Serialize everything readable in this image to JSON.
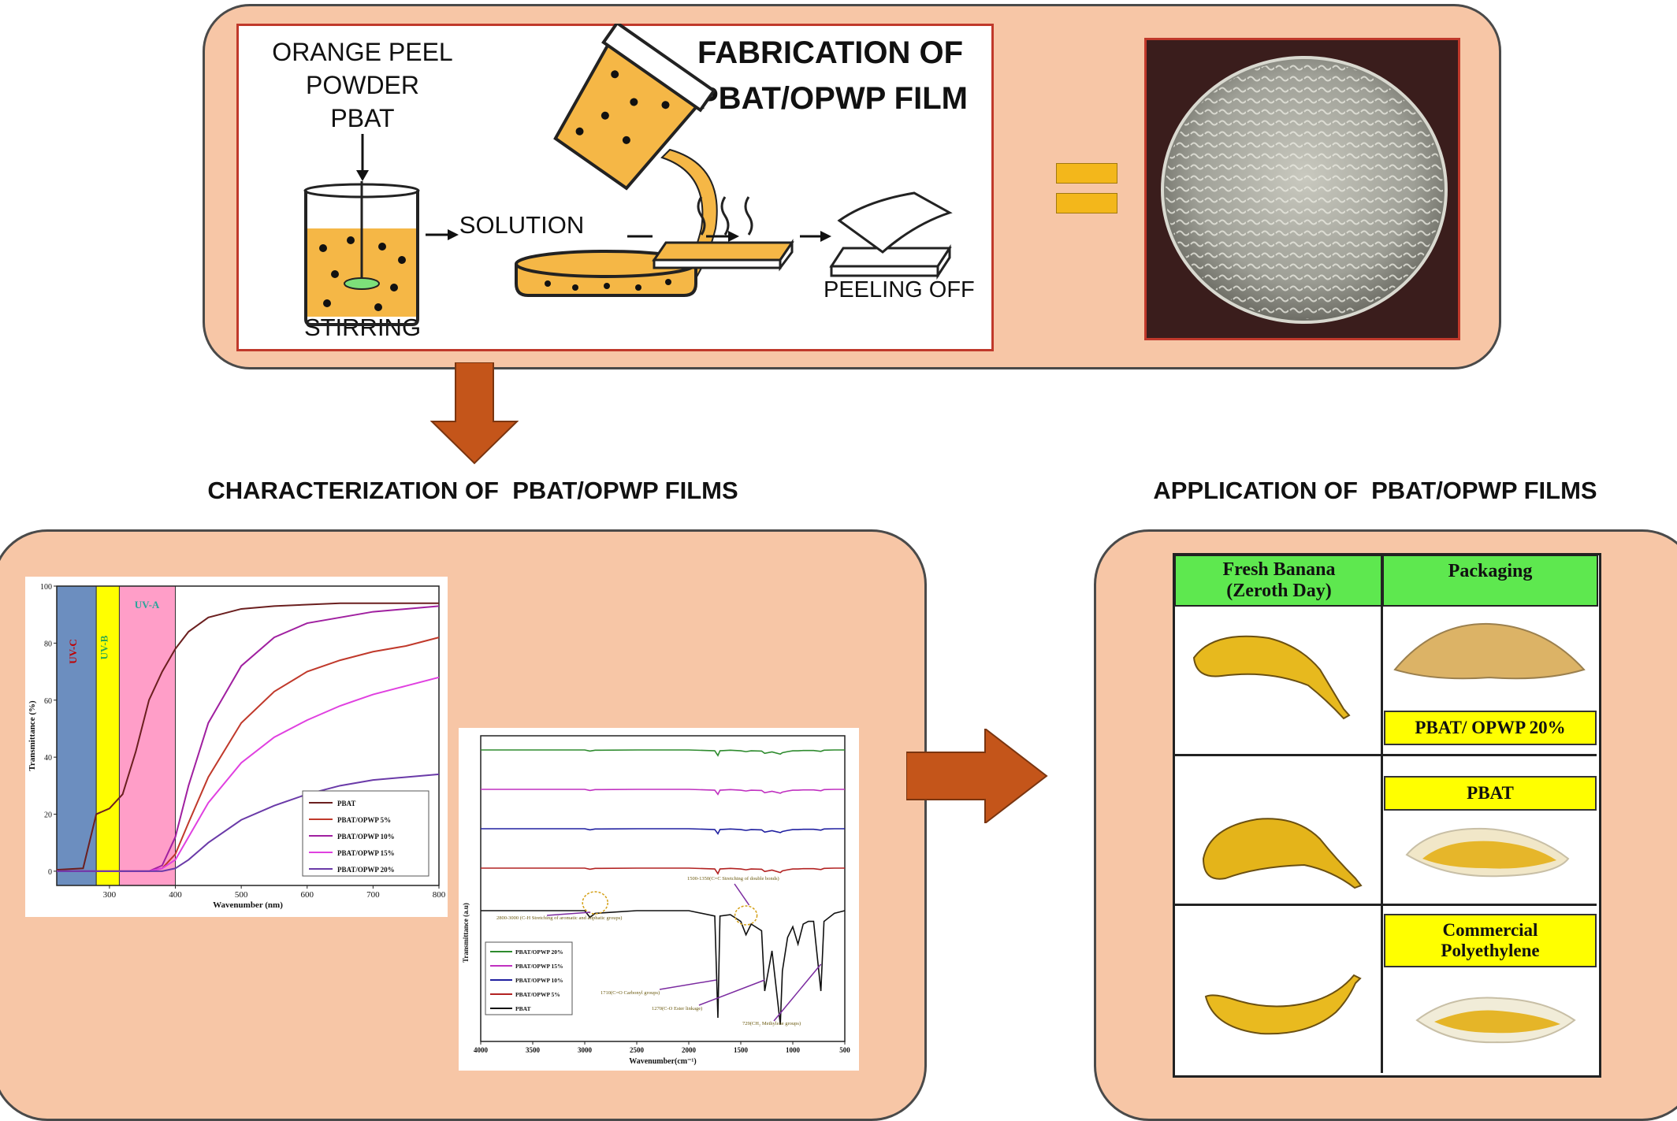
{
  "fabrication": {
    "title_line1": "FABRICATION OF",
    "title_line2": "PBAT/OPWP FILM",
    "ingredient_1": "ORANGE PEEL",
    "ingredient_2": "POWDER",
    "ingredient_3": "PBAT",
    "step_stirring": "STIRRING",
    "step_solution": "SOLUTION",
    "step_peeling": "PEELING OFF"
  },
  "characterization": {
    "heading": "CHARACTERIZATION OF  PBAT/OPWP FILMS"
  },
  "application": {
    "heading": "APPLICATION OF  PBAT/OPWP FILMS",
    "col1_line1": "Fresh Banana",
    "col1_line2": "(Zeroth Day)",
    "col2": "Packaging",
    "tag_1": "PBAT/ OPWP 20%",
    "tag_2": "PBAT",
    "tag_3_line1": "Commercial",
    "tag_3_line2": "Polyethylene"
  },
  "chart_data": [
    {
      "type": "line",
      "title": "",
      "xlabel": "Wavenumber (nm)",
      "ylabel": "Transmittance (%)",
      "xlim": [
        220,
        800
      ],
      "ylim": [
        -5,
        100
      ],
      "x_ticks": [
        "300",
        "400",
        "500",
        "600",
        "700",
        "800"
      ],
      "y_ticks": [
        "0",
        "20",
        "40",
        "60",
        "80",
        "100"
      ],
      "bands": [
        {
          "name": "UV-C",
          "range": [
            220,
            280
          ],
          "color": "#6c8ebf"
        },
        {
          "name": "UV-B",
          "range": [
            280,
            315
          ],
          "color": "#ffff00"
        },
        {
          "name": "UV-A",
          "range": [
            315,
            400
          ],
          "color": "#ff9ec8"
        }
      ],
      "x": [
        220,
        260,
        280,
        300,
        320,
        340,
        360,
        380,
        400,
        420,
        450,
        500,
        550,
        600,
        650,
        700,
        750,
        800
      ],
      "series": [
        {
          "name": "PBAT",
          "color": "#6b1f1f",
          "values": [
            0.5,
            1,
            20,
            22,
            27,
            42,
            60,
            70,
            78,
            84,
            89,
            92,
            93,
            93.5,
            94,
            94,
            94,
            94
          ]
        },
        {
          "name": "PBAT/OPWP 5%",
          "color": "#c0392b",
          "values": [
            0,
            0,
            0,
            0,
            0,
            0,
            0,
            1,
            6,
            17,
            33,
            52,
            63,
            70,
            74,
            77,
            79,
            82
          ]
        },
        {
          "name": "PBAT/OPWP 10%",
          "color": "#a020a0",
          "values": [
            0,
            0,
            0,
            0,
            0,
            0,
            0,
            2,
            12,
            30,
            52,
            72,
            82,
            87,
            89,
            91,
            92,
            93
          ]
        },
        {
          "name": "PBAT/OPWP 15%",
          "color": "#e040e0",
          "values": [
            0,
            0,
            0,
            0,
            0,
            0,
            0,
            1,
            4,
            12,
            24,
            38,
            47,
            53,
            58,
            62,
            65,
            68
          ]
        },
        {
          "name": "PBAT/OPWP 20%",
          "color": "#6a3aa8",
          "values": [
            0,
            0,
            0,
            0,
            0,
            0,
            0,
            0,
            1,
            4,
            10,
            18,
            23,
            27,
            30,
            32,
            33,
            34
          ]
        }
      ]
    },
    {
      "type": "line",
      "title": "",
      "xlabel": "Wavenumber(cm⁻¹)",
      "ylabel": "Transmittance (a.u)",
      "xlim": [
        4000,
        500
      ],
      "x_ticks": [
        "4000",
        "3500",
        "3000",
        "2500",
        "2000",
        "1500",
        "1000",
        "500"
      ],
      "x": [
        4000,
        3500,
        3000,
        2950,
        2900,
        2500,
        2000,
        1750,
        1720,
        1700,
        1600,
        1500,
        1450,
        1400,
        1300,
        1270,
        1200,
        1120,
        1100,
        1050,
        1000,
        950,
        900,
        850,
        800,
        730,
        700,
        600,
        500
      ],
      "series": [
        {
          "name": "PBAT/OPWP 20%",
          "color": "#2e8b2e",
          "values": [
            100,
            100,
            100,
            96,
            99,
            100,
            100,
            97,
            80,
            97,
            99,
            97,
            94,
            97,
            96,
            88,
            93,
            85,
            90,
            94,
            97,
            97,
            98,
            98,
            98,
            95,
            99,
            100,
            100
          ]
        },
        {
          "name": "PBAT/OPWP 15%",
          "color": "#c030c0",
          "values": [
            100,
            100,
            100,
            96,
            99,
            100,
            100,
            97,
            82,
            97,
            99,
            97,
            94,
            97,
            96,
            88,
            93,
            86,
            90,
            94,
            97,
            97,
            98,
            98,
            98,
            95,
            99,
            100,
            100
          ]
        },
        {
          "name": "PBAT/OPWP 10%",
          "color": "#2020a0",
          "values": [
            100,
            100,
            100,
            96,
            99,
            100,
            100,
            97,
            82,
            97,
            99,
            97,
            94,
            97,
            96,
            88,
            93,
            86,
            90,
            94,
            97,
            97,
            98,
            98,
            98,
            95,
            99,
            100,
            100
          ]
        },
        {
          "name": "PBAT/OPWP 5%",
          "color": "#b22222",
          "values": [
            100,
            100,
            100,
            96,
            99,
            100,
            100,
            97,
            80,
            97,
            99,
            97,
            94,
            97,
            96,
            88,
            93,
            84,
            90,
            94,
            97,
            97,
            98,
            98,
            98,
            95,
            99,
            100,
            100
          ]
        },
        {
          "name": "PBAT",
          "color": "#111111",
          "values": [
            100,
            100,
            100,
            95,
            98,
            100,
            100,
            96,
            20,
            96,
            97,
            92,
            82,
            90,
            85,
            40,
            70,
            15,
            55,
            80,
            88,
            75,
            90,
            92,
            92,
            40,
            92,
            98,
            100
          ]
        }
      ],
      "annotations": [
        "1500-1350(C=C Stretching of double bonds)",
        "2800-3000 (C-H Stretching of aromatic and aliphatic groups)",
        "1710(C=O Carbonyl groups)",
        "1270(C-O Ester linkage)",
        "729(CH₂ Methylene groups)"
      ]
    }
  ]
}
